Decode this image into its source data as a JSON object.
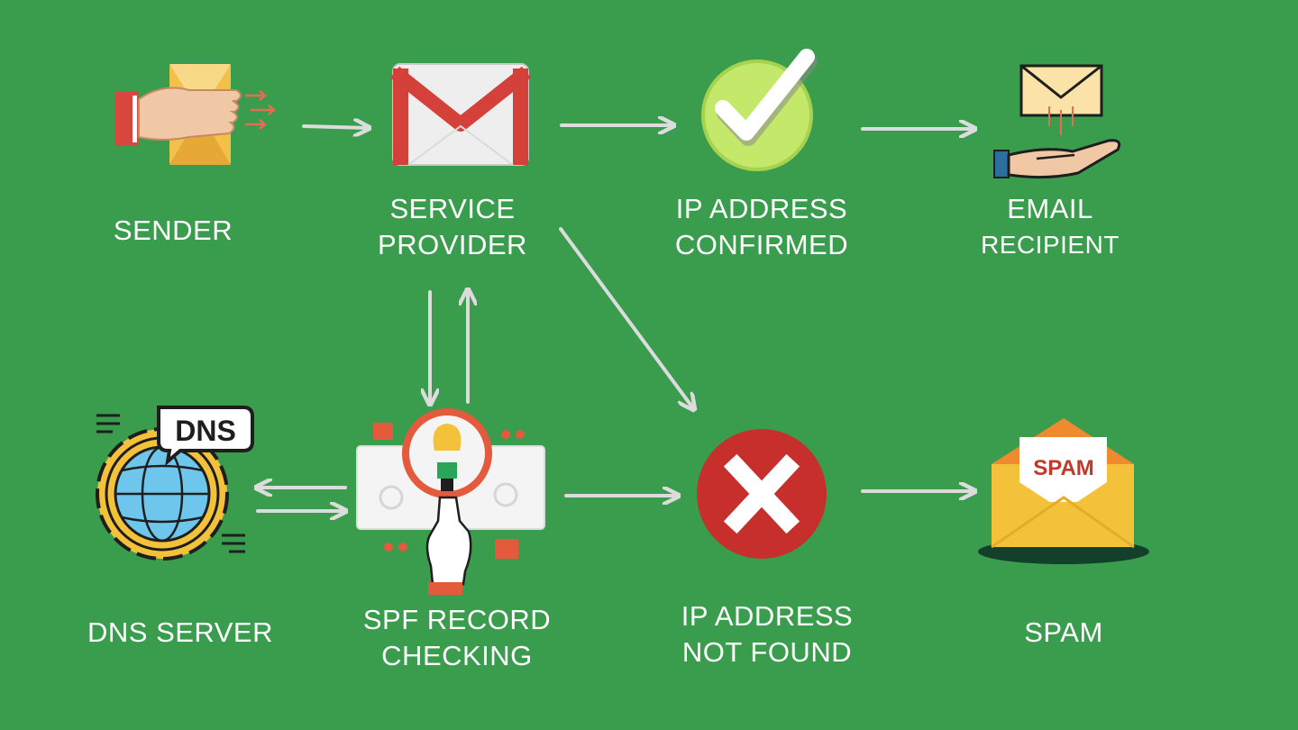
{
  "nodes": {
    "sender": {
      "line1": "SENDER"
    },
    "service_provider": {
      "line1": "SERVICE",
      "line2": "PROVIDER"
    },
    "ip_confirmed": {
      "line1": "IP ADDRESS",
      "line2": "CONFIRMED"
    },
    "email_recipient": {
      "line1": "EMAIL",
      "line2": "RECIPIENT"
    },
    "dns_server": {
      "line1": "DNS SERVER",
      "badge": "DNS"
    },
    "spf_check": {
      "line1": "SPF RECORD",
      "line2": "CHECKING"
    },
    "ip_not_found": {
      "line1": "IP ADDRESS",
      "line2": "NOT FOUND"
    },
    "spam": {
      "line1": "SPAM",
      "badge": "SPAM"
    }
  },
  "colors": {
    "background": "#3a9c4d",
    "arrow": "#dcdcdc",
    "text": "#ffffff",
    "error_red": "#c62f2b",
    "check_green": "#c3e86a",
    "envelope_yellow": "#f3c23a",
    "gmail_red": "#d4403a"
  },
  "icons": {
    "sender": "hand-sending-envelope-icon",
    "service_provider": "gmail-envelope-icon",
    "ip_confirmed": "checkmark-circle-icon",
    "email_recipient": "hand-receiving-envelope-icon",
    "dns_server": "globe-gear-dns-icon",
    "spf_check": "magnifier-lightbulb-icon",
    "ip_not_found": "x-circle-icon",
    "spam": "spam-envelope-icon"
  }
}
